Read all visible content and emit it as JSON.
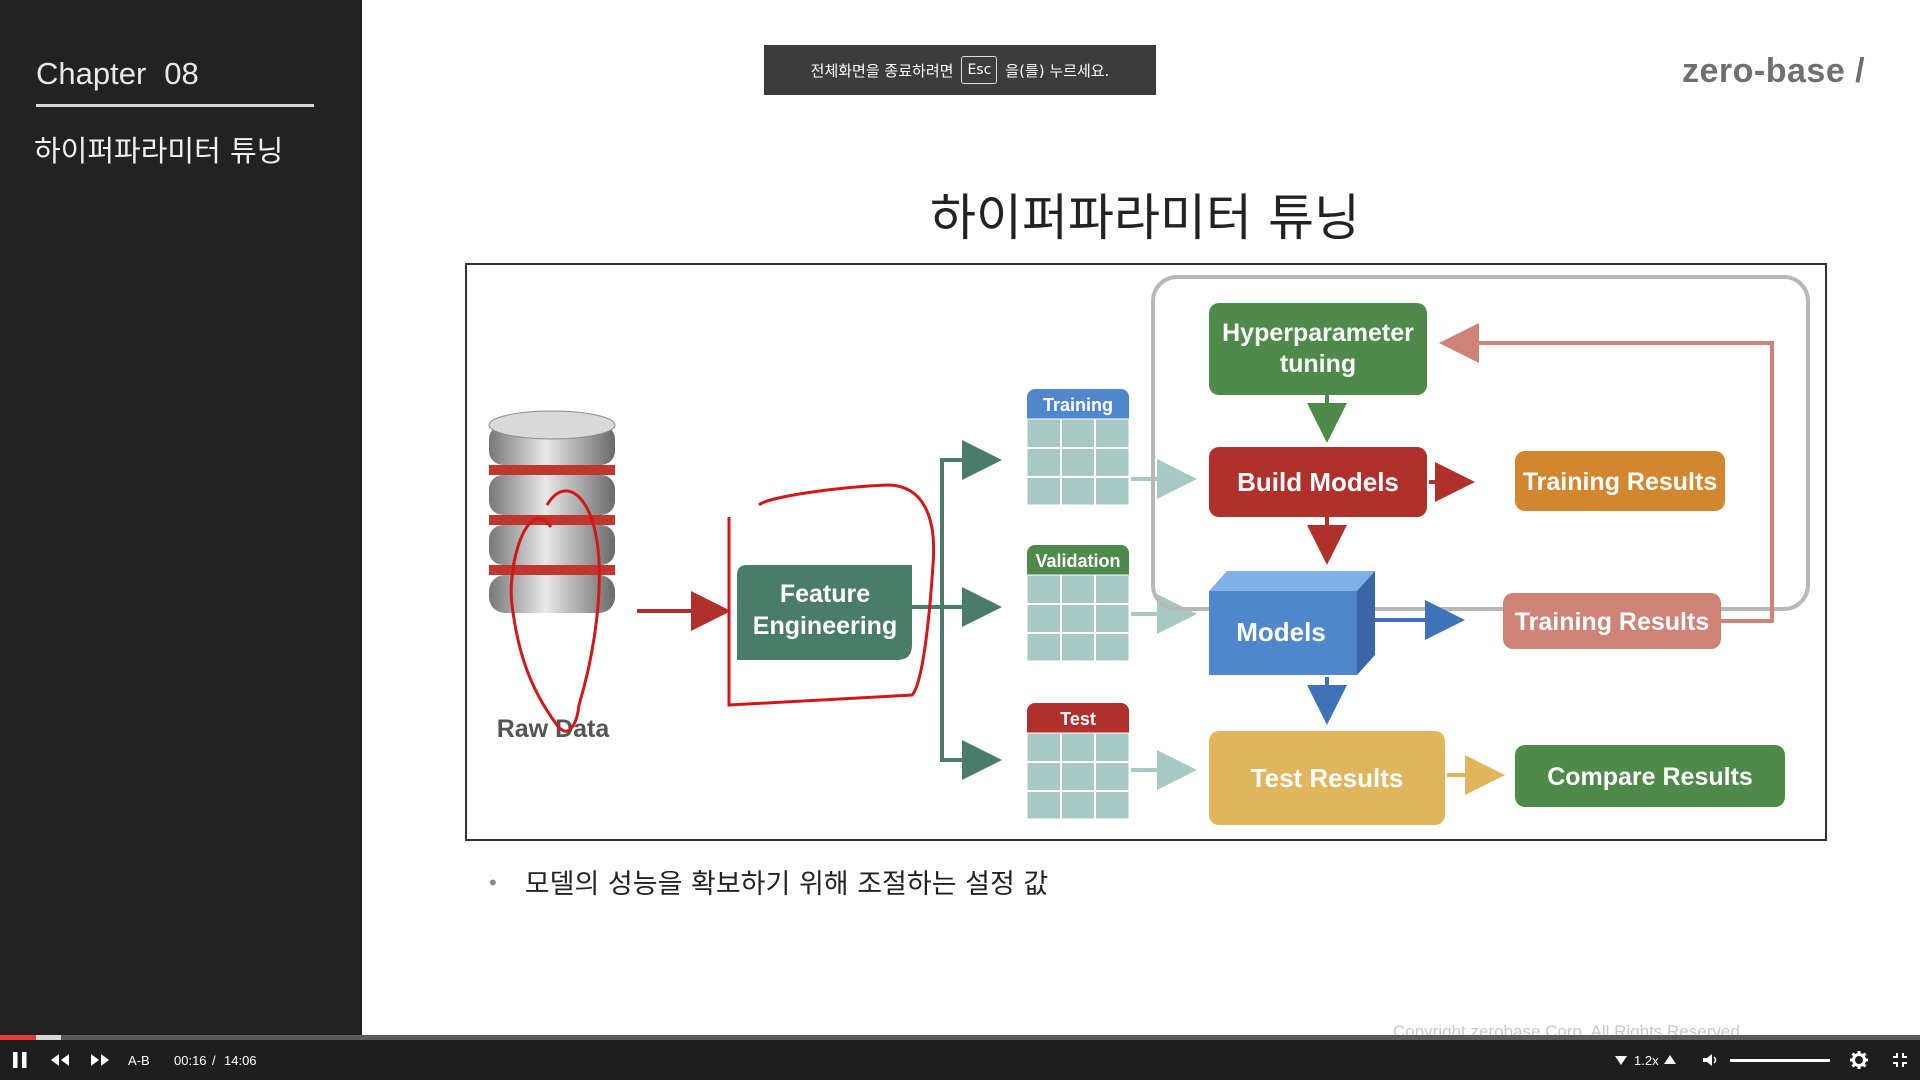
{
  "sidebar": {
    "chapter_label": "Chapter",
    "chapter_number": "08",
    "chapter_title": "하이퍼파라미터 튜닝"
  },
  "toast": {
    "prefix": "전체화면을 종료하려면",
    "key": "Esc",
    "suffix": "을(를) 누르세요."
  },
  "logo": "zero-base /",
  "slide": {
    "title": "하이퍼파라미터 튜닝",
    "bullet": "모델의 성능을 확보하기 위해 조절하는 설정 값",
    "copyright": "Copyright zerobase Corp. All Rights Reserved."
  },
  "diagram": {
    "raw_data": "Raw Data",
    "feature_line1": "Feature",
    "feature_line2": "Engineering",
    "training": "Training",
    "validation": "Validation",
    "test": "Test",
    "hyper_line1": "Hyperparameter",
    "hyper_line2": "tuning",
    "build_models": "Build Models",
    "models": "Models",
    "training_results_1": "Training Results",
    "training_results_2": "Training Results",
    "test_results": "Test Results",
    "compare_results": "Compare Results",
    "colors": {
      "green": "#4e8a49",
      "red": "#b0302c",
      "blue": "#4f86cc",
      "orange": "#d2862f",
      "salmon": "#cf8276",
      "yellow": "#e0b55e",
      "teal": "#4a7c6a",
      "grid": "#a8c8c4"
    }
  },
  "player": {
    "ab_label": "A-B",
    "current_time": "00:16",
    "separator": "/",
    "duration": "14:06",
    "speed": "1.2x",
    "progress_played_fraction": 0.019,
    "progress_buffered_fraction": 0.032
  }
}
